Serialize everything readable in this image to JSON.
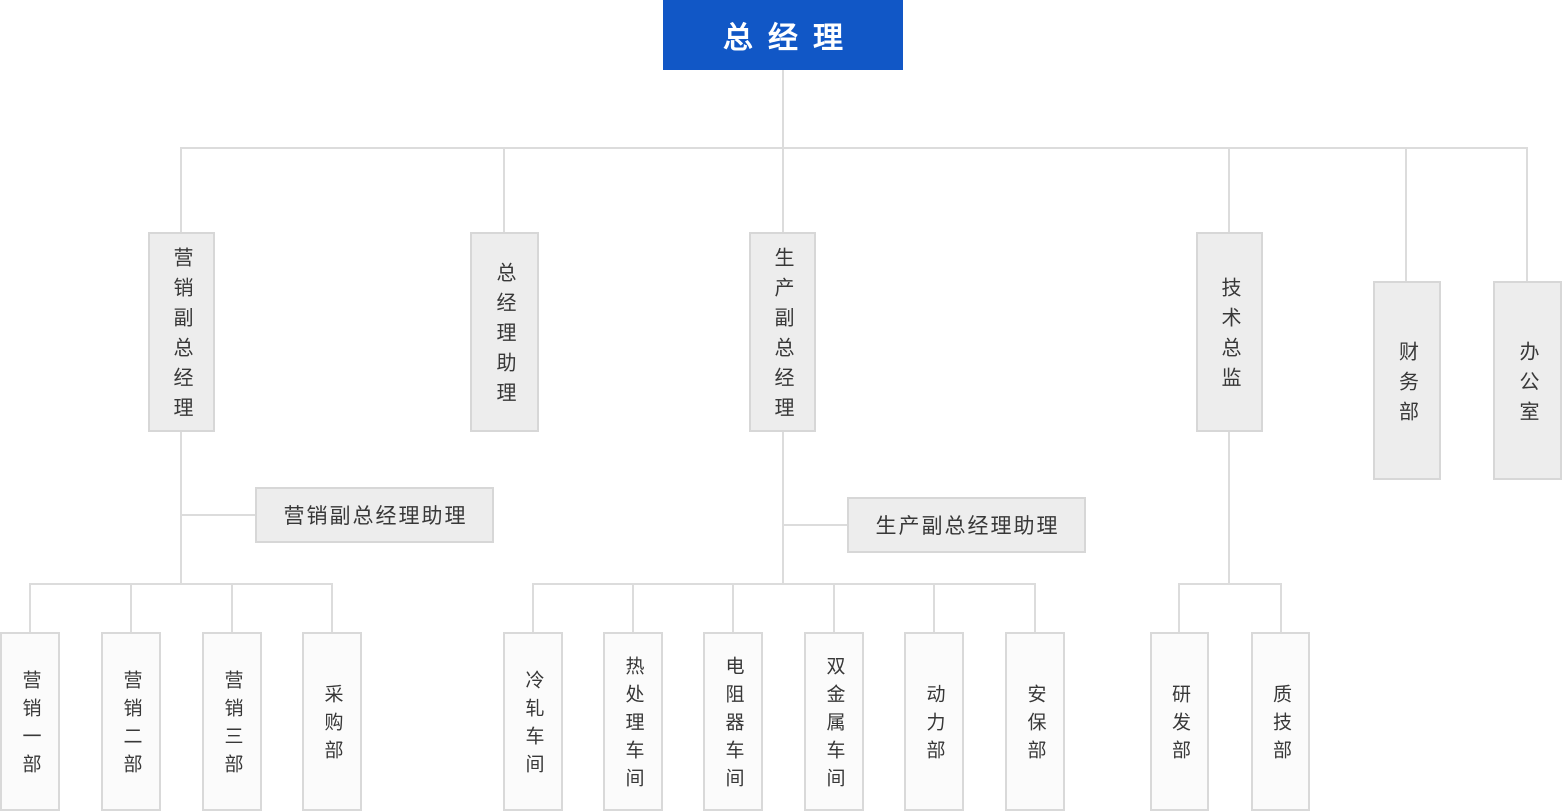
{
  "org": {
    "root": {
      "label": "总经理"
    },
    "level2": [
      {
        "label": "营销副总经理"
      },
      {
        "label": "总经理助理"
      },
      {
        "label": "生产副总经理"
      },
      {
        "label": "技术总监"
      },
      {
        "label": "财务部"
      },
      {
        "label": "办公室"
      }
    ],
    "assistants": [
      {
        "label": "营销副总经理助理"
      },
      {
        "label": "生产副总经理助理"
      }
    ],
    "marketing_departments": [
      {
        "label": "营销一部"
      },
      {
        "label": "营销二部"
      },
      {
        "label": "营销三部"
      },
      {
        "label": "采购部"
      }
    ],
    "production_departments": [
      {
        "label": "冷轧车间"
      },
      {
        "label": "热处理车间"
      },
      {
        "label": "电阻器车间"
      },
      {
        "label": "双金属车间"
      },
      {
        "label": "动力部"
      },
      {
        "label": "安保部"
      }
    ],
    "technology_departments": [
      {
        "label": "研发部"
      },
      {
        "label": "质技部"
      }
    ]
  },
  "colors": {
    "root_background": "#1157c6",
    "root_text": "#ffffff",
    "node_background": "#ededed",
    "leaf_background": "#fbfbfb",
    "node_border": "#d7d7d7",
    "connector_line": "#dcdcdc",
    "node_text": "#383838"
  }
}
